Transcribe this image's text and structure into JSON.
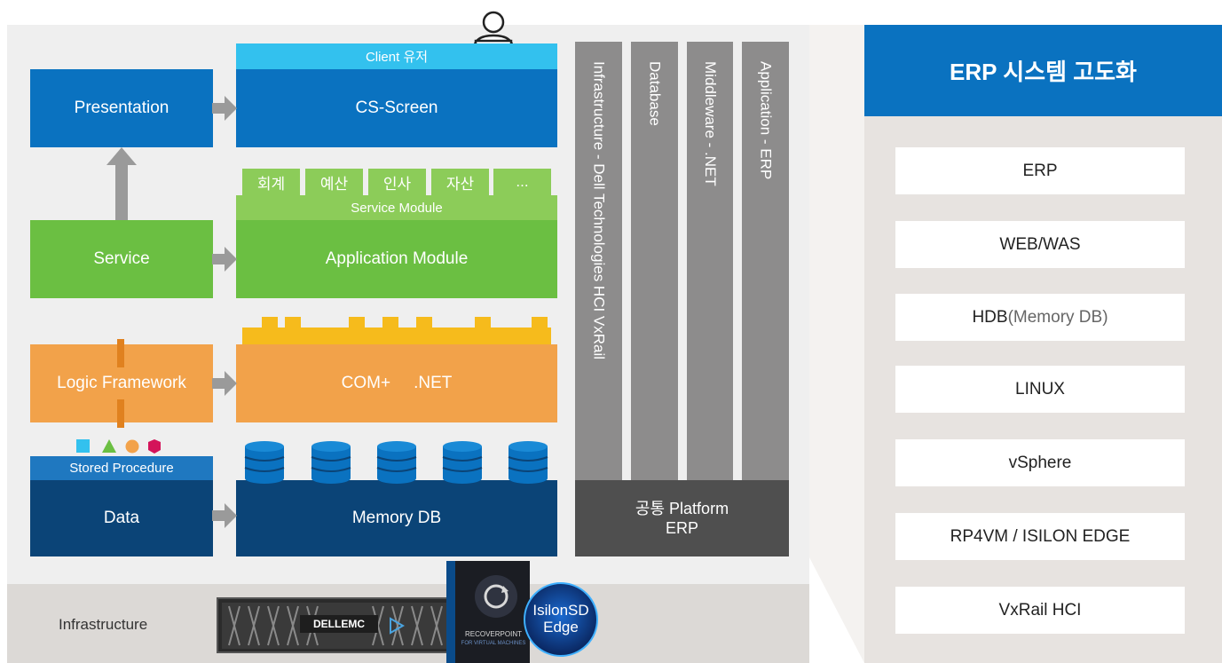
{
  "layers": {
    "presentation": "Presentation",
    "service": "Service",
    "logic_framework": "Logic Framework",
    "stored_procedure": "Stored Procedure",
    "data": "Data"
  },
  "modules": {
    "client_user": "Client 유저",
    "cs_screen": "CS-Screen",
    "module_tabs": [
      "회계",
      "예산",
      "인사",
      "자산",
      "..."
    ],
    "service_module": "Service Module",
    "application_module": "Application Module",
    "com_plus": "COM+",
    "dotnet": ".NET",
    "memory_db": "Memory DB"
  },
  "columns": [
    "Infrastructure - Dell Technologies HCI VxRail",
    "Database",
    "Middleware - .NET",
    "Application - ERP"
  ],
  "platform": {
    "line1": "공통 Platform",
    "line2": "ERP"
  },
  "infrastructure_label": "Infrastructure",
  "hardware": {
    "server_brand": "DELLEMC",
    "product_box": "RECOVERPOINT",
    "product_box_sub": "FOR VIRTUAL MACHINES",
    "badge_line1": "IsilonSD",
    "badge_line2": "Edge"
  },
  "right_panel": {
    "title": "ERP 시스템 고도화",
    "items": [
      {
        "main": "ERP",
        "sub": ""
      },
      {
        "main": "WEB/WAS",
        "sub": ""
      },
      {
        "main": "HDB",
        "sub": " (Memory DB)"
      },
      {
        "main": "LINUX",
        "sub": ""
      },
      {
        "main": "vSphere",
        "sub": ""
      },
      {
        "main": "RP4VM / ISILON EDGE",
        "sub": ""
      },
      {
        "main": "VxRail HCI",
        "sub": ""
      }
    ]
  },
  "colors": {
    "blue": "#0a72c0",
    "cyan": "#33c1ee",
    "green": "#6bbf42",
    "light_green": "#8ccc59",
    "orange": "#f2a24a",
    "yellow": "#f6bb1c",
    "navy": "#0b4477",
    "gray": "#8d8c8c",
    "dark_gray": "#4f4f4f"
  }
}
